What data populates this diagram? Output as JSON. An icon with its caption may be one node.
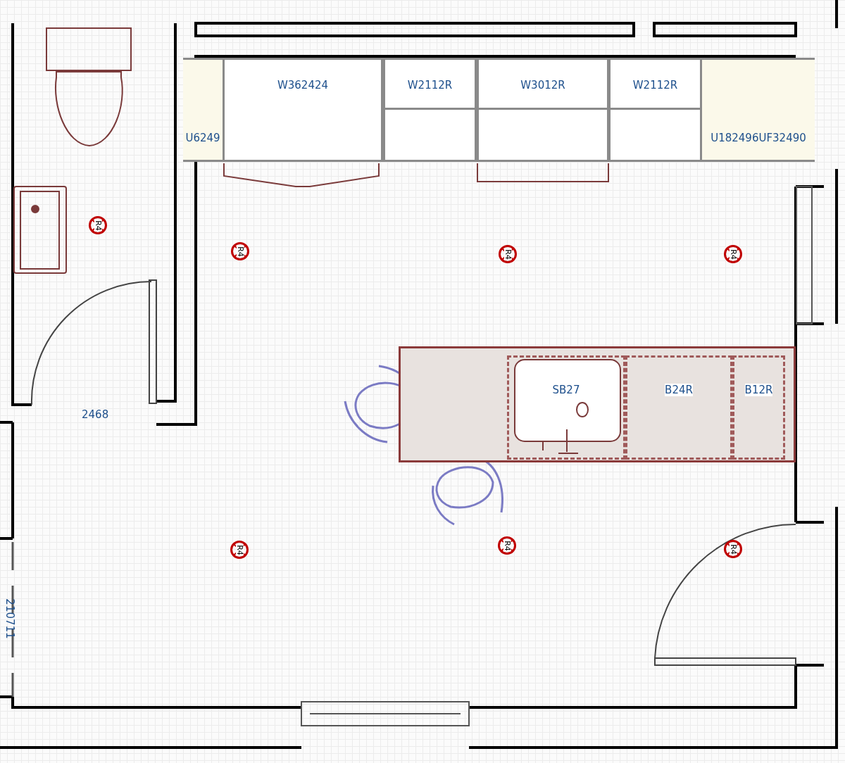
{
  "diagram": {
    "nodes": [
      {
        "text": [
          "W362424"
        ]
      },
      {
        "text": [
          "W2112R"
        ]
      },
      {
        "text": [
          "W3012R"
        ]
      },
      {
        "text": [
          "W2112R"
        ]
      },
      {
        "text": [
          "U6249"
        ]
      },
      {
        "text": [
          "U182496",
          "UF32490"
        ]
      },
      {
        "text": [],
        "shape": "box"
      },
      {
        "text": [
          "SB27"
        ],
        "in": 6
      },
      {
        "text": [
          "B24R"
        ],
        "in": 6
      },
      {
        "text": [
          "B12R"
        ],
        "in": 6
      },
      {
        "text": [
          "R4"
        ]
      },
      {
        "text": [
          "R4"
        ]
      },
      {
        "text": [
          "R4"
        ]
      },
      {
        "text": [
          "R4"
        ]
      },
      {
        "text": [
          "R4"
        ]
      },
      {
        "text": [
          "R4"
        ]
      },
      {
        "text": [
          "R4"
        ]
      }
    ],
    "labels": [
      "2468",
      "210711"
    ]
  }
}
